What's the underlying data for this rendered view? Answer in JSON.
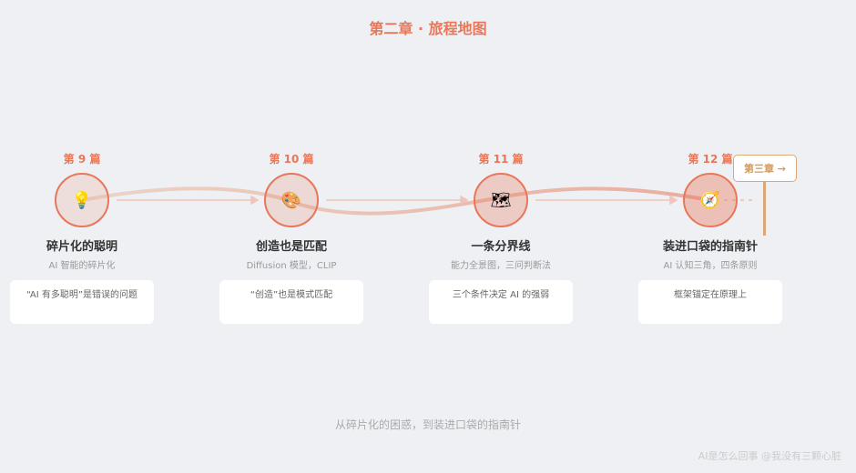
{
  "title": "第二章 · 旅程地图",
  "nodes": [
    {
      "episode": "第 9 篇",
      "icon": "lightbulb",
      "name": "碎片化的聪明",
      "subtitle": "AI 智能的碎片化",
      "card": "“AI 有多聪明”是错误的问题",
      "fill": 0.15
    },
    {
      "episode": "第 10 篇",
      "icon": "palette",
      "name": "创造也是匹配",
      "subtitle": "Diffusion 模型，CLIP",
      "card": "“创造”也是模式匹配",
      "fill": 0.2
    },
    {
      "episode": "第 11 篇",
      "icon": "map",
      "name": "一条分界线",
      "subtitle": "能力全景图，三问判断法",
      "card": "三个条件决定 AI 的强弱",
      "fill": 0.3
    },
    {
      "episode": "第 12 篇",
      "icon": "compass",
      "name": "装进口袋的指南针",
      "subtitle": "AI 认知三角，四条原则",
      "card": "框架锚定在原理上",
      "fill": 0.4
    }
  ],
  "next_chapter": "第三章 →",
  "footer": "从碎片化的困惑，到装进口袋的指南针",
  "watermark": "AI是怎么回事 @我没有三颗心脏",
  "colors": {
    "accent": "#e8775a",
    "sign": "#d49a5a"
  }
}
